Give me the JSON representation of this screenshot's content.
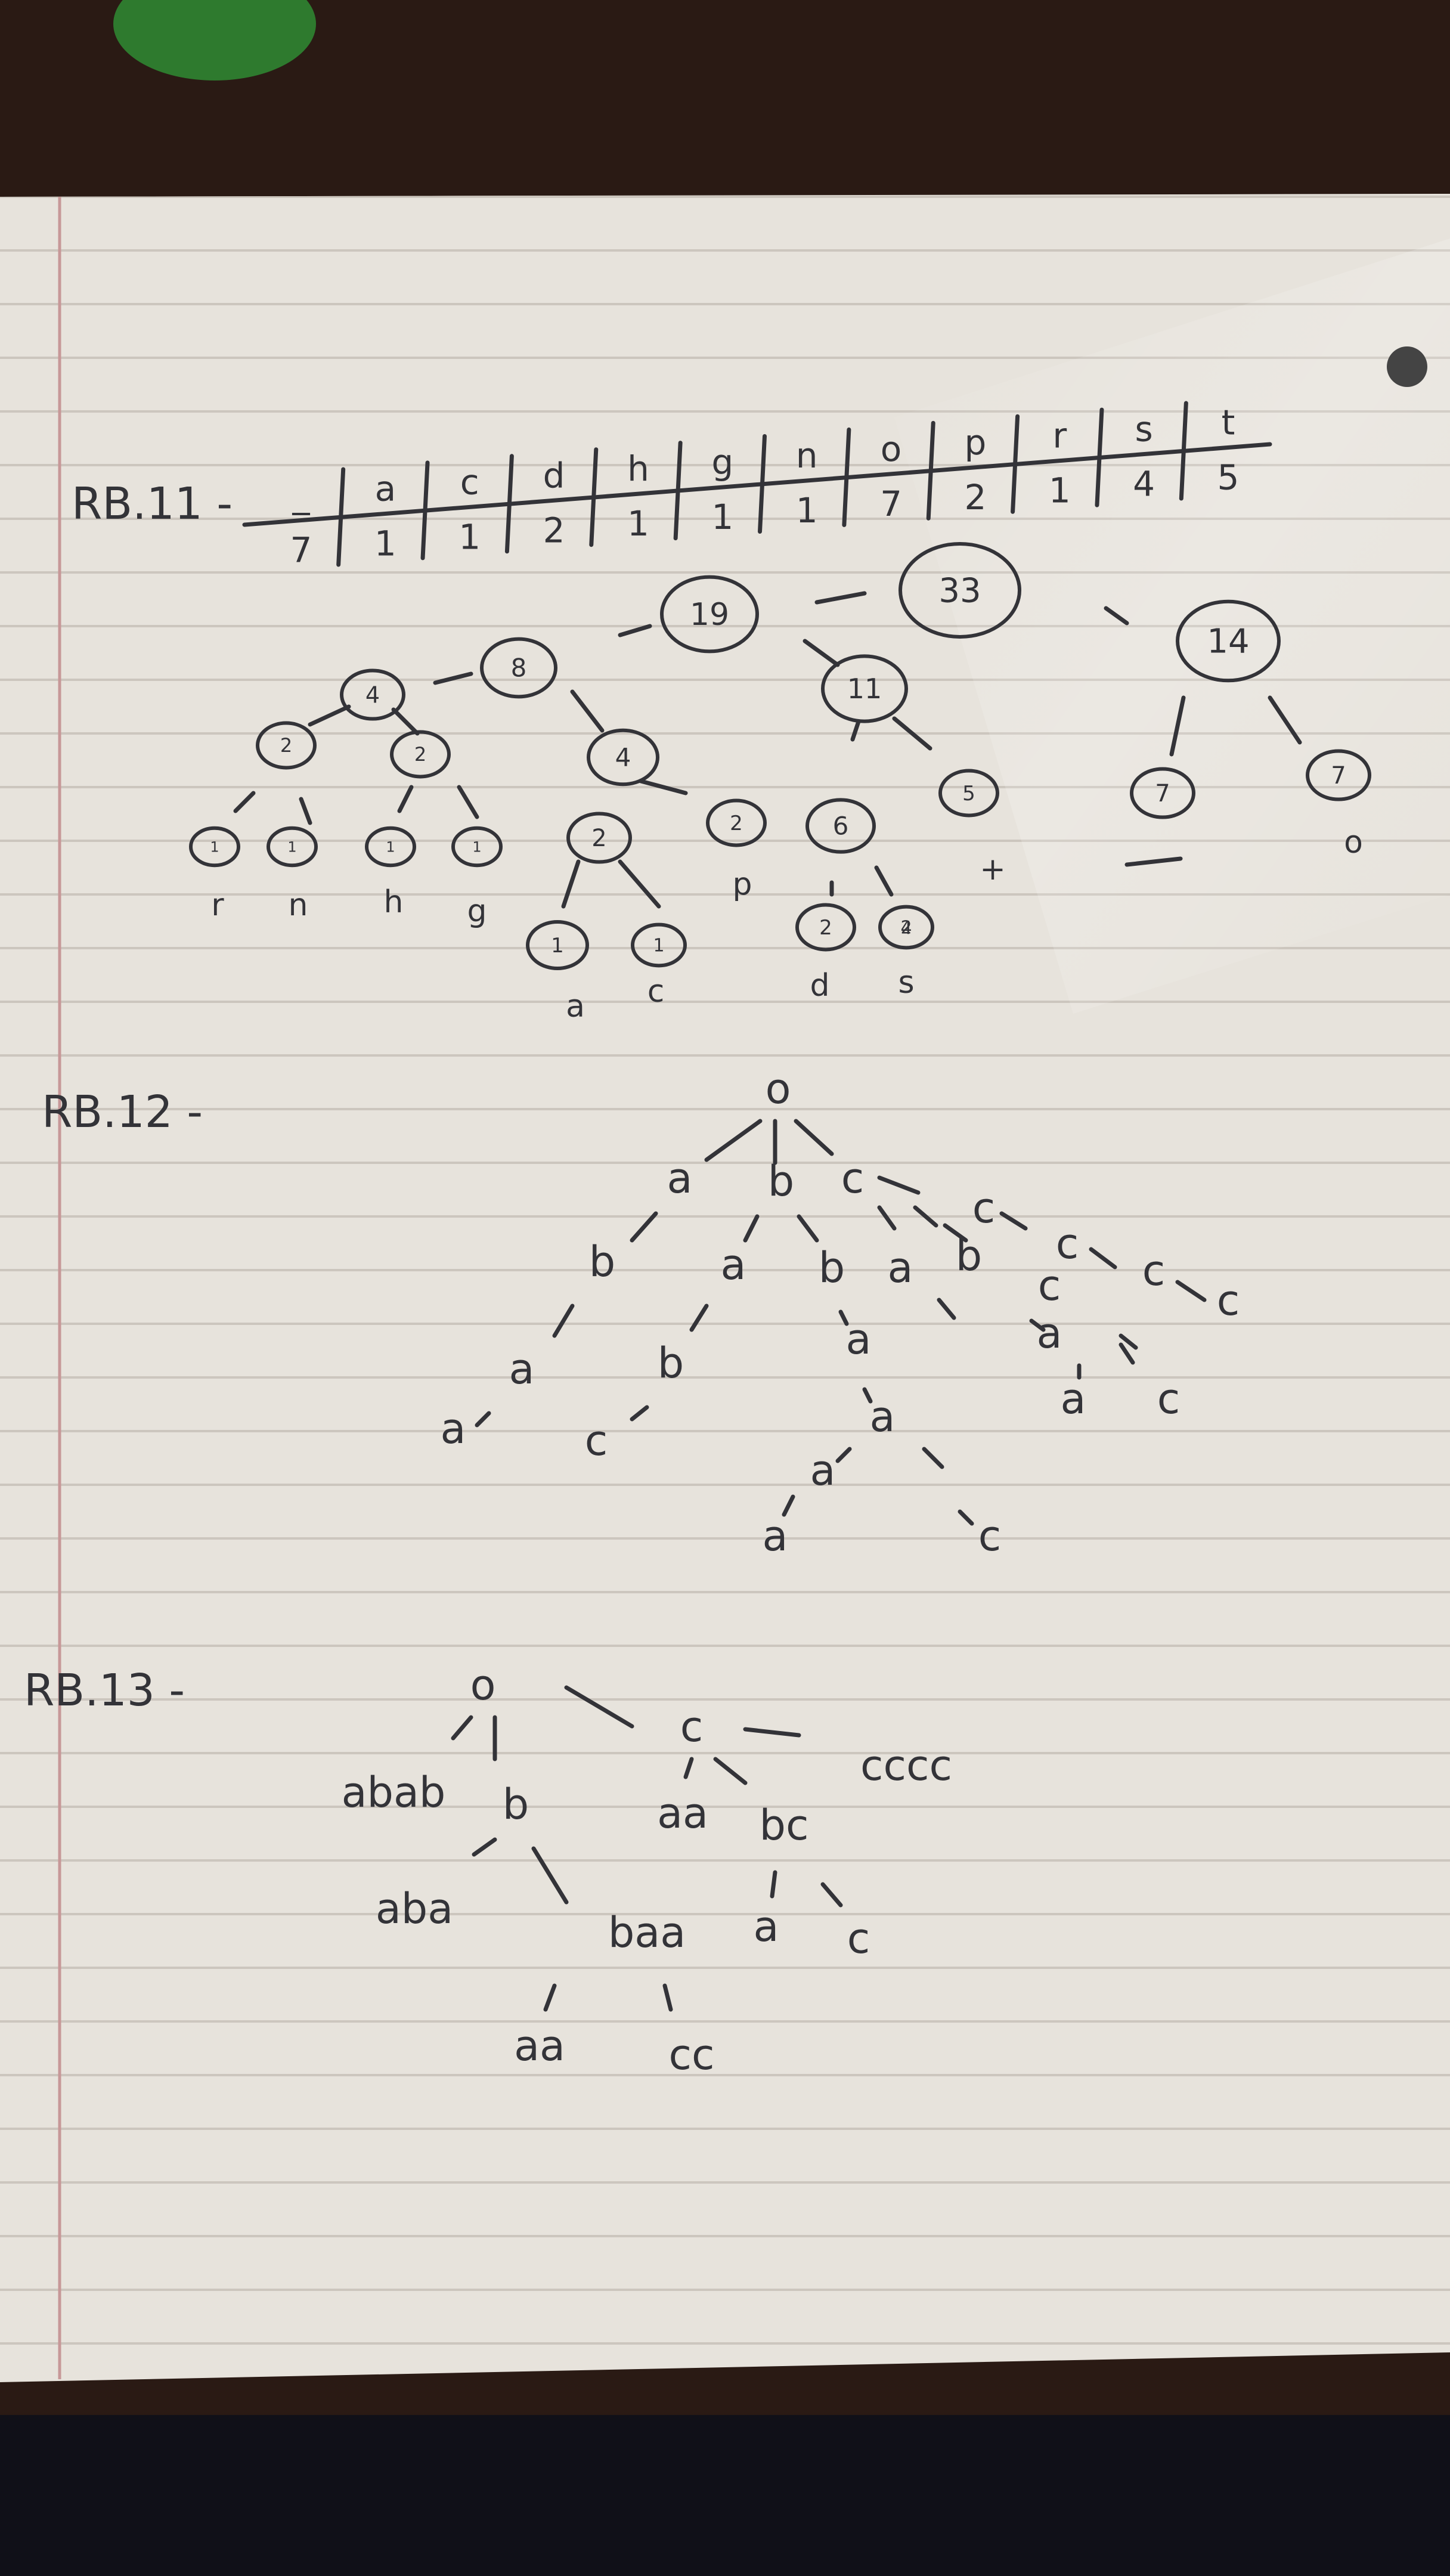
{
  "colors": {
    "desk": "#2a1a14",
    "paper": "#e7e3dc",
    "ink": "#333338",
    "rule": "#c9c3bb",
    "margin": "#c79898",
    "pen": "#2e7a2e"
  },
  "sections": {
    "s1": "RB.11 -",
    "s2": "RB.12 -",
    "s3": "RB.13 -"
  },
  "table": {
    "symbols": [
      "_",
      "a",
      "c",
      "d",
      "h",
      "g",
      "n",
      "o",
      "p",
      "r",
      "s",
      "t"
    ],
    "counts": [
      "7",
      "1",
      "1",
      "2",
      "1",
      "1",
      "1",
      "7",
      "2",
      "1",
      "4",
      "5"
    ]
  },
  "huffman": {
    "weights": [
      "19",
      "33",
      "14",
      "8",
      "11",
      "4",
      "4",
      "7",
      "7",
      "2",
      "2",
      "2",
      "6",
      "5",
      "1",
      "1",
      "1",
      "1",
      "2",
      "2",
      "1",
      "1",
      "2",
      "4"
    ],
    "leaves": [
      "r",
      "n",
      "h",
      "g",
      "p",
      "+",
      "_",
      "o",
      "a",
      "c",
      "d",
      "s"
    ]
  },
  "trie": {
    "root": "o",
    "nodes": [
      "a",
      "b",
      "c",
      "c",
      "c",
      "c",
      "c",
      "b",
      "a",
      "b",
      "a",
      "b",
      "a",
      "c",
      "a",
      "a",
      "b",
      "a",
      "a",
      "c",
      "c",
      "a",
      "a",
      "c",
      "c"
    ]
  },
  "suffix": {
    "root": "o",
    "nodes": [
      "abab",
      "b",
      "aba",
      "baa",
      "aa",
      "cc",
      "c",
      "cccc",
      "aa",
      "bc",
      "a",
      "c"
    ]
  }
}
